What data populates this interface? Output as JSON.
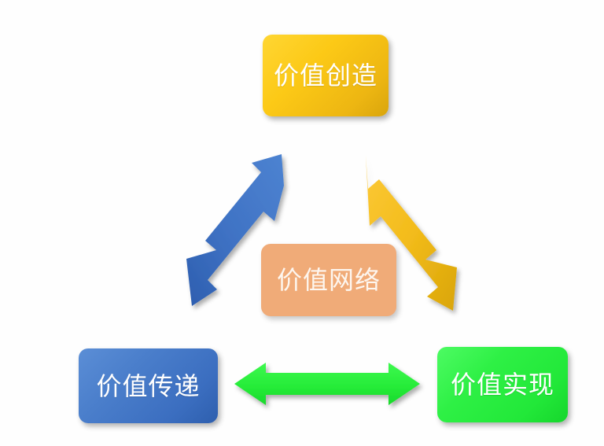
{
  "diagram": {
    "title": "价值网络",
    "type": "triangle-relationship-diagram",
    "background_color": "#fefefe",
    "nodes": [
      {
        "id": "value-creation",
        "label": "价值创造",
        "position": "top",
        "color": "#fcc916",
        "text_color": "#ffffff"
      },
      {
        "id": "value-delivery",
        "label": "价值传递",
        "position": "bottom-left",
        "color": "#4a7ecb",
        "text_color": "#ffffff"
      },
      {
        "id": "value-realization",
        "label": "价值实现",
        "position": "bottom-right",
        "color": "#2ef045",
        "text_color": "#ffffff"
      },
      {
        "id": "value-network",
        "label": "价值网络",
        "position": "center",
        "color": "#f0ab78",
        "text_color": "#fdf6ef"
      }
    ],
    "connectors": [
      {
        "id": "delivery-creation",
        "style": "double-headed-arrow",
        "orientation": "diagonal-up-right",
        "color": "#3a6cc0",
        "from": "价值传递",
        "to": "价值创造"
      },
      {
        "id": "creation-realization",
        "style": "double-headed-arrow",
        "orientation": "diagonal-down-right",
        "color": "#f5c026",
        "from": "价值创造",
        "to": "价值实现"
      },
      {
        "id": "delivery-realization",
        "style": "double-headed-arrow",
        "orientation": "horizontal",
        "color": "#2ee03f",
        "from": "价值传递",
        "to": "价值实现"
      }
    ]
  }
}
